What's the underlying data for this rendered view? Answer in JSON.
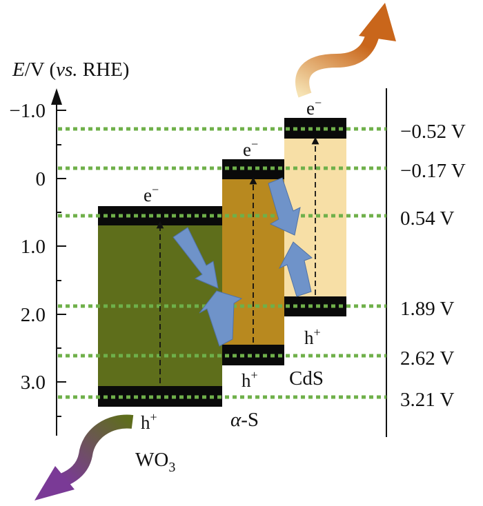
{
  "axis": {
    "label_italic": "E",
    "label_unit": "/V (",
    "label_vs": "vs.",
    "label_ref": " RHE)",
    "ticks": [
      "−1.0",
      "0",
      "1.0",
      "2.0",
      "3.0"
    ]
  },
  "levels": [
    "−0.52 V",
    "−0.17 V",
    "0.54 V",
    "1.89 V",
    "2.62 V",
    "3.21 V"
  ],
  "semiconductors": {
    "wo3": {
      "name": "WO",
      "sub": "3",
      "electron": "e",
      "electron_sup": "−",
      "hole": "h",
      "hole_sup": "+"
    },
    "as": {
      "name_greek": "α",
      "name_rest": "-S",
      "electron": "e",
      "electron_sup": "−",
      "hole": "h",
      "hole_sup": "+"
    },
    "cds": {
      "name": "CdS",
      "electron": "e",
      "electron_sup": "−",
      "hole": "h",
      "hole_sup": "+"
    }
  },
  "colors": {
    "wo3_fill": "#5e6e1b",
    "as_fill": "#b8891f",
    "cds_fill": "#f7dfa6",
    "band_edge": "#0a0a0a",
    "level_line": "#6fb04a",
    "transfer_arrow": "#6f93c9",
    "arrow_out_top": "#c9661b",
    "arrow_out_bottom": "#7a3a96"
  }
}
